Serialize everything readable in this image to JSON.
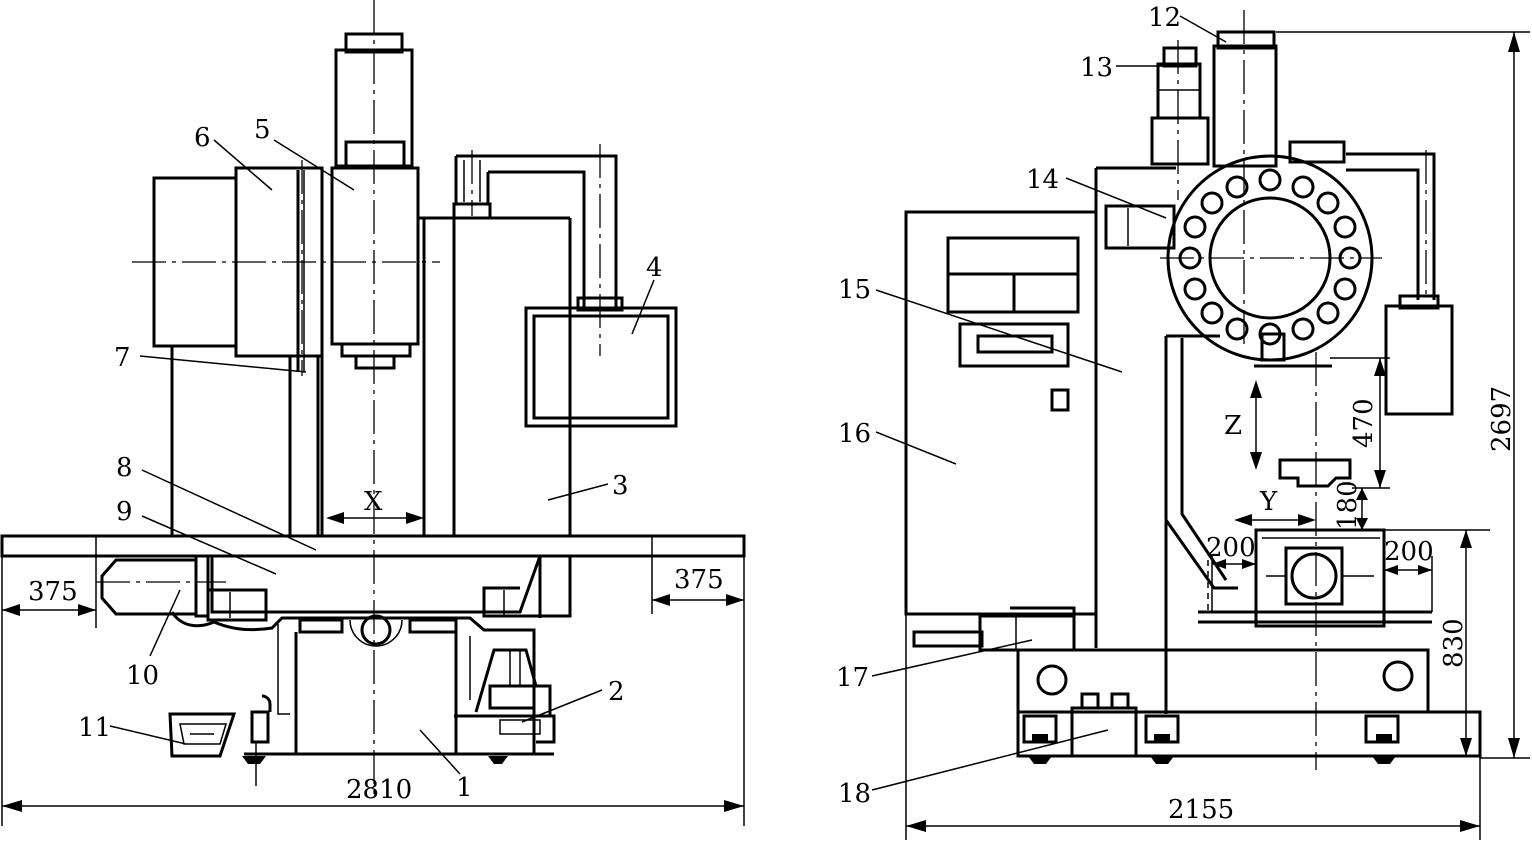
{
  "front_view": {
    "callouts": [
      "1",
      "2",
      "3",
      "4",
      "5",
      "6",
      "7",
      "8",
      "9",
      "10",
      "11"
    ],
    "axis_x": "X",
    "dims": {
      "overall_width": "2810",
      "left_overhang": "375",
      "right_overhang": "375"
    }
  },
  "side_view": {
    "callouts": [
      "12",
      "13",
      "14",
      "15",
      "16",
      "17",
      "18"
    ],
    "axis_y": "Y",
    "axis_z": "Z",
    "dims": {
      "overall_width": "2155",
      "overall_height": "2697",
      "z_travel": "470",
      "spindle_gap": "180",
      "table_height": "830",
      "left_clearance": "200",
      "right_clearance": "200"
    }
  }
}
